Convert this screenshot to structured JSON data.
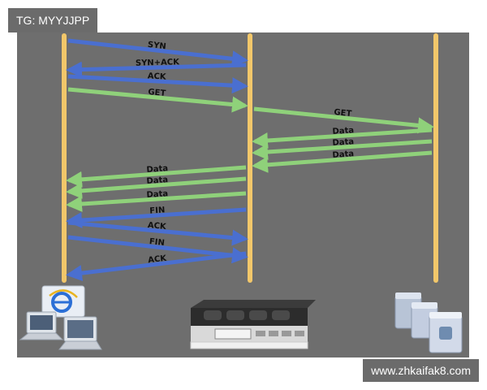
{
  "watermarks": {
    "top_tag": "TG: MYYJJPP",
    "bottom_tag": "www.zhkaifak8.com"
  },
  "colors": {
    "background": "#6e6e6e",
    "lifeline": "#f2c76a",
    "arrow_blue": "#4a6fd0",
    "arrow_green": "#8fd17a",
    "label": "#101010"
  },
  "participants": [
    {
      "id": "client",
      "icon": "laptops-with-ie-icon"
    },
    {
      "id": "load_balancer",
      "icon": "network-appliance-icon"
    },
    {
      "id": "servers",
      "icon": "server-stack-icon"
    }
  ],
  "messages": [
    {
      "label": "SYN",
      "from": "client",
      "to": "load_balancer",
      "color": "blue"
    },
    {
      "label": "SYN+ACK",
      "from": "load_balancer",
      "to": "client",
      "color": "blue"
    },
    {
      "label": "ACK",
      "from": "client",
      "to": "load_balancer",
      "color": "blue"
    },
    {
      "label": "GET",
      "from": "client",
      "to": "load_balancer",
      "color": "green"
    },
    {
      "label": "GET",
      "from": "load_balancer",
      "to": "servers",
      "color": "green"
    },
    {
      "label": "Data",
      "from": "servers",
      "to": "load_balancer",
      "color": "green"
    },
    {
      "label": "Data",
      "from": "servers",
      "to": "load_balancer",
      "color": "green"
    },
    {
      "label": "Data",
      "from": "servers",
      "to": "load_balancer",
      "color": "green"
    },
    {
      "label": "Data",
      "from": "load_balancer",
      "to": "client",
      "color": "green"
    },
    {
      "label": "Data",
      "from": "load_balancer",
      "to": "client",
      "color": "green"
    },
    {
      "label": "Data",
      "from": "load_balancer",
      "to": "client",
      "color": "green"
    },
    {
      "label": "FIN",
      "from": "load_balancer",
      "to": "client",
      "color": "blue"
    },
    {
      "label": "ACK",
      "from": "client",
      "to": "load_balancer",
      "color": "blue"
    },
    {
      "label": "FIN",
      "from": "client",
      "to": "load_balancer",
      "color": "blue"
    },
    {
      "label": "ACK",
      "from": "load_balancer",
      "to": "client",
      "color": "blue"
    }
  ]
}
